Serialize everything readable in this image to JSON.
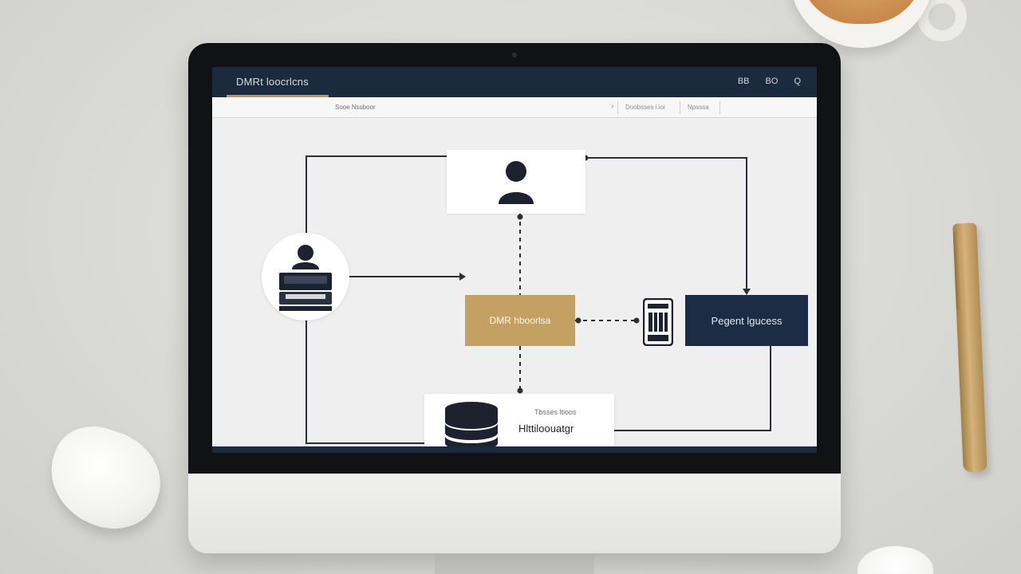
{
  "app": {
    "title": "DMRt loocrlcns",
    "window_controls": [
      "BB",
      "BO",
      "Q"
    ]
  },
  "toolbar": {
    "label": "Sooe Nssboor",
    "dropdown_arrow": "›",
    "field_1": "Doobsses i.ioi",
    "field_2": "Npsssa"
  },
  "diagram": {
    "center_node": {
      "label": "DMR hboorlsa"
    },
    "report_node": {
      "label": "Pegent lgucess"
    },
    "database_node": {
      "sub_label": "Tbsses ltioos",
      "label": "Hlttiloouatgr"
    }
  },
  "colors": {
    "titlebar": "#1b2a3d",
    "accent_gold": "#c5a063",
    "navy_node": "#1d2c45",
    "connector": "#2c2f36"
  },
  "icons": {
    "user": "person-silhouette",
    "admin": "person-at-computer",
    "phone": "calculator-device",
    "database": "database-stack"
  }
}
